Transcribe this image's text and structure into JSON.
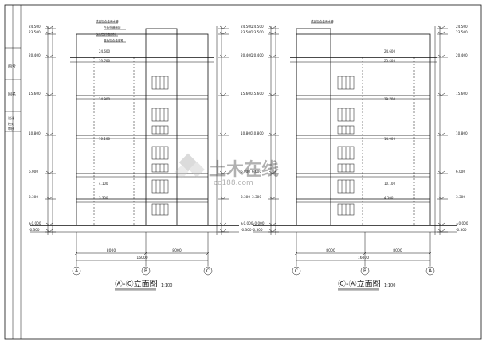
{
  "sheet": {
    "title_block_marks": [
      "图号",
      "图名",
      "设计",
      "校对",
      "审核"
    ]
  },
  "left_elevation": {
    "title": "Ⓐ-Ⓒ立面图",
    "scale": "1:100",
    "axes": [
      "A",
      "B",
      "C"
    ],
    "bay_dims": [
      "8000",
      "8000"
    ],
    "total_dim": "16000",
    "level_marks_left": [
      "24.500",
      "23.500",
      "20.400",
      "15.600",
      "10.800",
      "6.000",
      "3.300",
      "±0.000",
      "-0.300"
    ],
    "level_marks_right": [
      "24.500",
      "23.500",
      "20.400",
      "15.600",
      "10.800",
      "6.000",
      "3.300",
      "±0.000",
      "-0.300"
    ],
    "inner_levels": [
      "19.700",
      "14.900",
      "10.100",
      "4.100",
      "3.300",
      "24.600"
    ],
    "notes": [
      "成品铝合金雨水管",
      "白色外墙面砖",
      "浅灰色外墙涂料",
      "蓝色铝合金窗框"
    ]
  },
  "right_elevation": {
    "title": "Ⓒ-Ⓐ立面图",
    "scale": "1:100",
    "axes": [
      "C",
      "B",
      "A"
    ],
    "bay_dims": [
      "8000",
      "8000"
    ],
    "total_dim": "16000",
    "level_marks_left": [
      "24.500",
      "23.500",
      "20.400",
      "15.600",
      "10.800",
      "6.000",
      "3.300",
      "±0.000",
      "-0.300"
    ],
    "level_marks_right": [
      "24.500",
      "23.500",
      "20.400",
      "15.600",
      "10.800",
      "6.000",
      "3.300",
      "±0.000",
      "-0.300"
    ],
    "inner_levels": [
      "23.600",
      "19.700",
      "14.900",
      "10.100",
      "4.100",
      "24.600"
    ],
    "notes": [
      "成品铝合金雨水管"
    ]
  },
  "watermark": {
    "brand": "土木在线",
    "site": "co188.com"
  }
}
